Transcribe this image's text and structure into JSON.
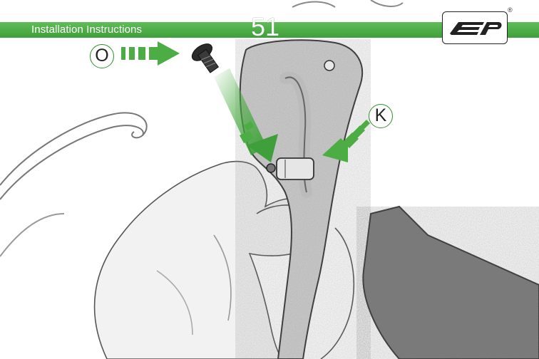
{
  "header": {
    "title": "Installation Instructions",
    "page_number": "51",
    "registered_mark": "®"
  },
  "callouts": {
    "screw": "O",
    "clamp": "K"
  },
  "colors": {
    "accent": "#4cad45",
    "arrow": "#4cad45",
    "text_on_accent": "#ffffff"
  },
  "icons": {
    "logo": "ep-logo",
    "screw": "button-head-screw-icon",
    "arrows": "arrow-icon"
  }
}
